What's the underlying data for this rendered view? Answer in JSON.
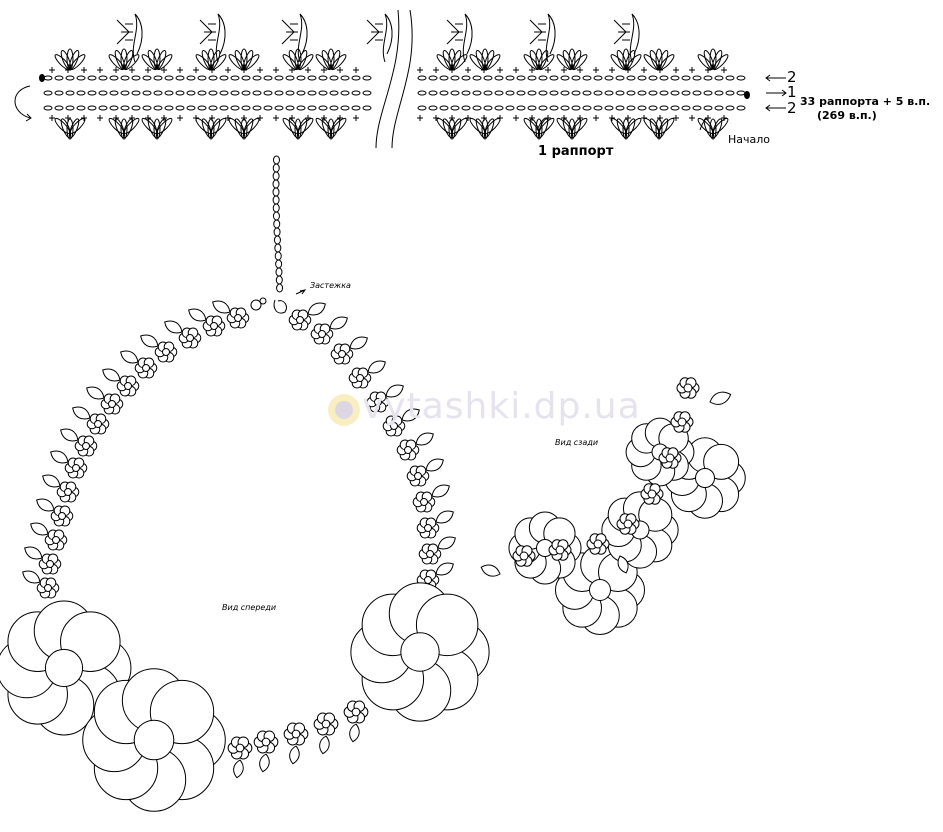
{
  "diagram": {
    "row_labels": [
      "2",
      "1",
      "2"
    ],
    "count_label": "33 раппорта + 5 в.п.",
    "count_sub": "(269 в.п.)",
    "repeat_label": "1 раппорт",
    "start_label": "Начало",
    "clasp_label": "Застежка",
    "front_label": "Вид спереди",
    "back_label": "Вид сзади",
    "watermark": "vytashki.dp.ua"
  },
  "colors": {
    "ink": "#000000",
    "watermark": "#d9d3e8",
    "sun": "#f6e7a8"
  }
}
